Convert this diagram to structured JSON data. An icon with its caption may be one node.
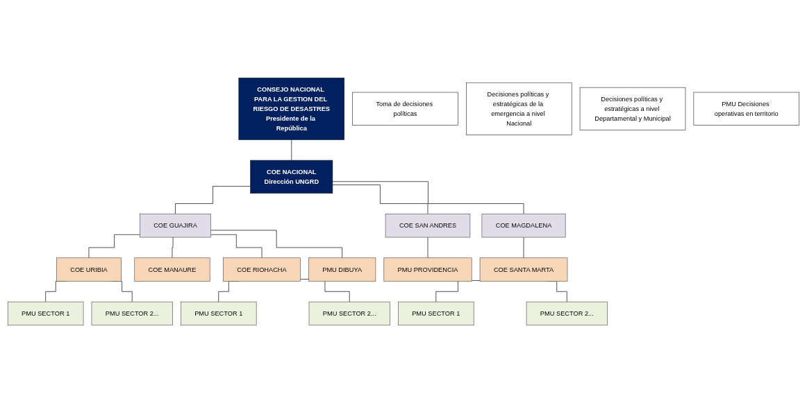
{
  "diagram": {
    "nodes": [
      {
        "text": [
          "CONSEJO NACIONAL PARA LA GESTION DEL RIESGO DE DESASTRES",
          "Presidente de la República"
        ]
      },
      {
        "text": [
          "Toma de decisiones políticas"
        ]
      },
      {
        "text": [
          "COE NACIONAL",
          "Dirección UNGRD"
        ]
      },
      {
        "text": [
          "Decisiones políticas y estratégicas de la emergencia a nivel Nacional"
        ]
      },
      {
        "text": [
          "COE GUAJIRA"
        ]
      },
      {
        "text": [
          "COE SAN ANDRES"
        ]
      },
      {
        "text": [
          "COE MAGDALENA"
        ]
      },
      {
        "text": [
          "Decisiones políticas y estratégicas a nivel Departamental y Municipal"
        ]
      },
      {
        "text": [
          "COE URIBIA"
        ]
      },
      {
        "text": [
          "COE MANAURE"
        ]
      },
      {
        "text": [
          "COE RIOHACHA"
        ]
      },
      {
        "text": [
          "PMU DIBUYA"
        ]
      },
      {
        "text": [
          "PMU PROVIDENCIA"
        ]
      },
      {
        "text": [
          "COE SANTA MARTA"
        ]
      },
      {
        "text": [
          "PMU SECTOR 1"
        ]
      },
      {
        "text": [
          "PMU SECTOR 1"
        ]
      },
      {
        "text": [
          "PMU SECTOR 1"
        ]
      },
      {
        "text": [
          "PMU Decisiones operativas en territorio"
        ]
      },
      {
        "text": [
          "PMU SECTOR 2..."
        ]
      },
      {
        "text": [
          "PMU SECTOR 2..."
        ]
      },
      {
        "text": [
          "PMU SECTOR 2..."
        ]
      }
    ],
    "edges": [
      {
        "from": 0,
        "to": 2,
        "arrow": "none"
      },
      {
        "from": 2,
        "to": 4,
        "arrow": "none"
      },
      {
        "from": 2,
        "to": 5,
        "arrow": "none"
      },
      {
        "from": 2,
        "to": 6,
        "arrow": "none"
      },
      {
        "from": 4,
        "to": 8,
        "arrow": "none"
      },
      {
        "from": 4,
        "to": 9,
        "arrow": "none"
      },
      {
        "from": 4,
        "to": 10,
        "arrow": "none"
      },
      {
        "from": 4,
        "to": 11,
        "arrow": "none"
      },
      {
        "from": 5,
        "to": 12,
        "arrow": "none"
      },
      {
        "from": 6,
        "to": 13,
        "arrow": "none"
      },
      {
        "from": 8,
        "to": 14,
        "arrow": "none"
      },
      {
        "from": 8,
        "to": 18,
        "arrow": "none"
      },
      {
        "from": 10,
        "to": 15,
        "arrow": "none"
      },
      {
        "from": 10,
        "to": 19,
        "arrow": "none"
      },
      {
        "from": 13,
        "to": 16,
        "arrow": "none"
      },
      {
        "from": 13,
        "to": 20,
        "arrow": "none"
      }
    ]
  }
}
